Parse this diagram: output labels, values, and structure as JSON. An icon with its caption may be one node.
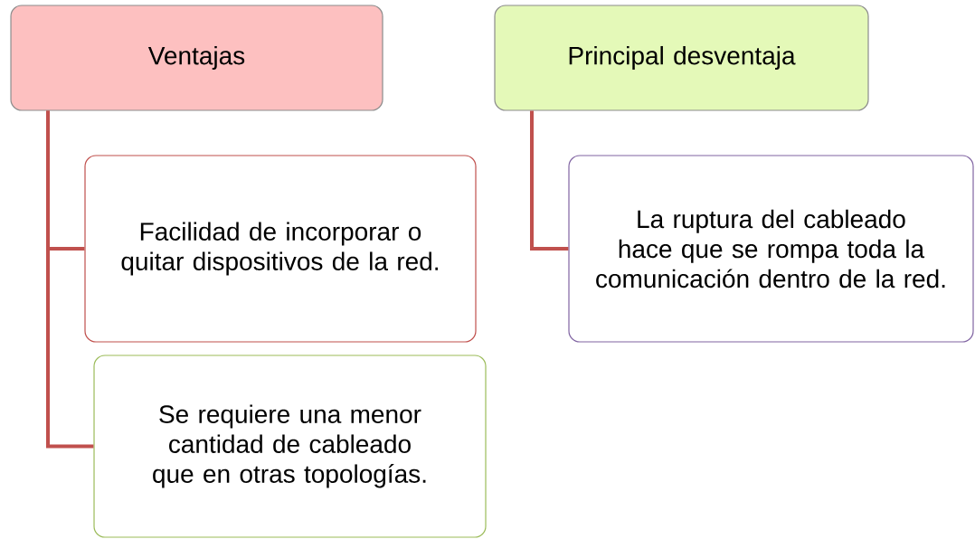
{
  "diagram": {
    "nodes": [
      {
        "text": [
          "Ventajas"
        ]
      },
      {
        "text": [
          "Principal desventaja"
        ]
      },
      {
        "text": [
          "Facilidad de incorporar o quitar dispositivos de la red."
        ]
      },
      {
        "text": [
          "Se requiere una menor cantidad de cableado que en otras topologías."
        ]
      },
      {
        "text": [
          "La ruptura del cableado hace que se rompa toda la comunicación dentro de la red."
        ]
      }
    ],
    "edges": [
      {
        "from": 0,
        "to": 2,
        "arrow": "none"
      },
      {
        "from": 0,
        "to": 3,
        "arrow": "none"
      },
      {
        "from": 1,
        "to": 4,
        "arrow": "none"
      }
    ]
  }
}
